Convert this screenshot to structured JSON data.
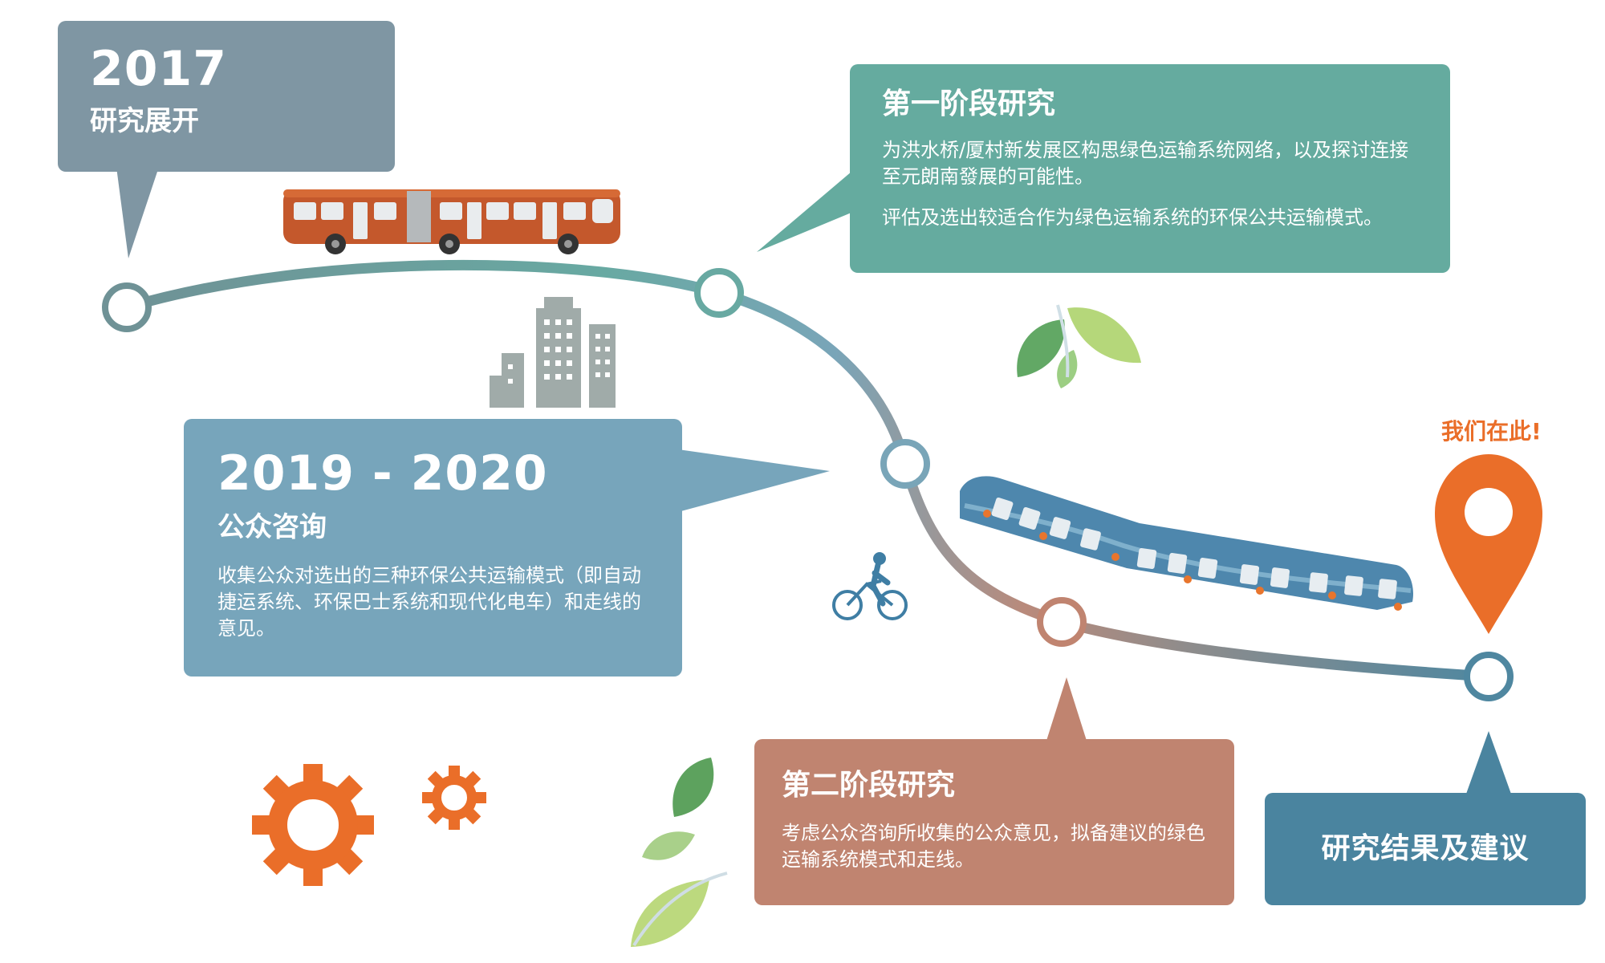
{
  "milestone_2017": {
    "year": "2017",
    "label": "研究展开"
  },
  "phase1": {
    "title": "第一阶段研究",
    "desc1": "为洪水桥/厦村新发展区构思绿色运输系统网络，以及探讨连接至元朗南發展的可能性。",
    "desc2": "评估及选出较适合作为绿色运输系统的环保公共运输模式。"
  },
  "consultation": {
    "year": "2019 - 2020",
    "title": "公众咨询",
    "desc": "收集公众对选出的三种环保公共运输模式（即自动捷运系统、环保巴士系统和现代化电车）和走线的意见。"
  },
  "phase2": {
    "title": "第二阶段研究",
    "desc": "考虑公众咨询所收集的公众意见，拟备建议的绿色运输系统模式和走线。"
  },
  "result": {
    "title": "研究结果及建议"
  },
  "marker": {
    "label": "我们在此!"
  },
  "colors": {
    "card_2017": "#7f96a3",
    "card_phase1": "#65ab9f",
    "card_consultation": "#77a5bb",
    "card_phase2": "#c08470",
    "card_result": "#4a849f",
    "accent_orange": "#ea6e29"
  }
}
